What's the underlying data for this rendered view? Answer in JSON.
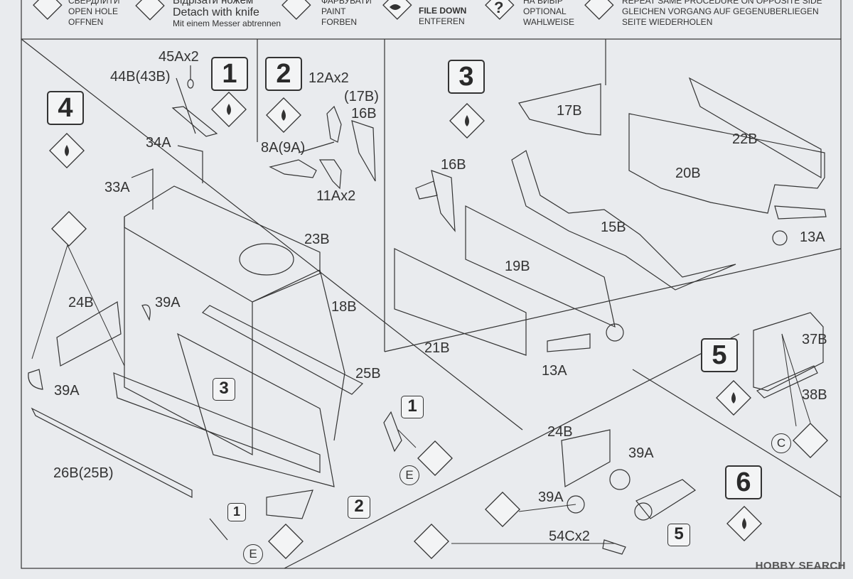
{
  "legend": {
    "drill": {
      "line1": "СВЕРДЛИТИ",
      "line2": "OPEN HOLE",
      "line3": "OFFNEN"
    },
    "knife": {
      "line1": "Відрізати ножем",
      "line2": "Detach with knife",
      "line3": "Mit einem Messer abtrennen"
    },
    "paint": {
      "line1": "ФАРБУВАТИ",
      "line2": "PAINT",
      "line3": "FORBEN"
    },
    "file": {
      "line1": "FILE DOWN",
      "line2": "ENTFEREN"
    },
    "optional": {
      "line1": "НА ВИБІР",
      "line2": "OPTIONAL",
      "line3": "WAHLWEISE"
    },
    "repeat": {
      "line1": "REPEAT SAME PROCEDURE ON OPPOSITE SIDE",
      "line2": "GLEICHEN VORGANG AUF GEGENUBERLIEGEN",
      "line3": "SEITE WIEDERHOLEN"
    }
  },
  "steps": {
    "s1": "1",
    "s2": "2",
    "s3": "3",
    "s4": "4",
    "s5": "5",
    "s6": "6",
    "s3b": "3",
    "s1b": "1",
    "s2b": "2",
    "s1c": "1",
    "s5b": "5"
  },
  "circle_refs": {
    "e1": "E",
    "e2": "E",
    "c": "C"
  },
  "parts": {
    "p45A": "45Ax2",
    "p44B": "44B(43B)",
    "p12A": "12Ax2",
    "p17Bb": "(17B)",
    "p16B": "16B",
    "p8A": "8A(9A)",
    "p11A": "11Ax2",
    "p17B": "17B",
    "p22B": "22B",
    "p20B": "20B",
    "p16Bb": "16B",
    "p15B": "15B",
    "p13A": "13A",
    "p19B": "19B",
    "p21B": "21B",
    "p13Ab": "13A",
    "p34A": "34A",
    "p33A": "33A",
    "p23B": "23B",
    "p24B": "24B",
    "p39A": "39A",
    "p18B": "18B",
    "p25B": "25B",
    "p39Ab": "39A",
    "p26B": "26B(25B)",
    "p37B": "37B",
    "p38B": "38B",
    "p24Bb": "24B",
    "p39Ac": "39A",
    "p39Ad": "39A",
    "p54C": "54Cx2"
  },
  "watermark": "HOBBY SEARCH",
  "colors": {
    "line": "#333333",
    "paper": "#e9ebee",
    "box": "#f3f4f5"
  }
}
